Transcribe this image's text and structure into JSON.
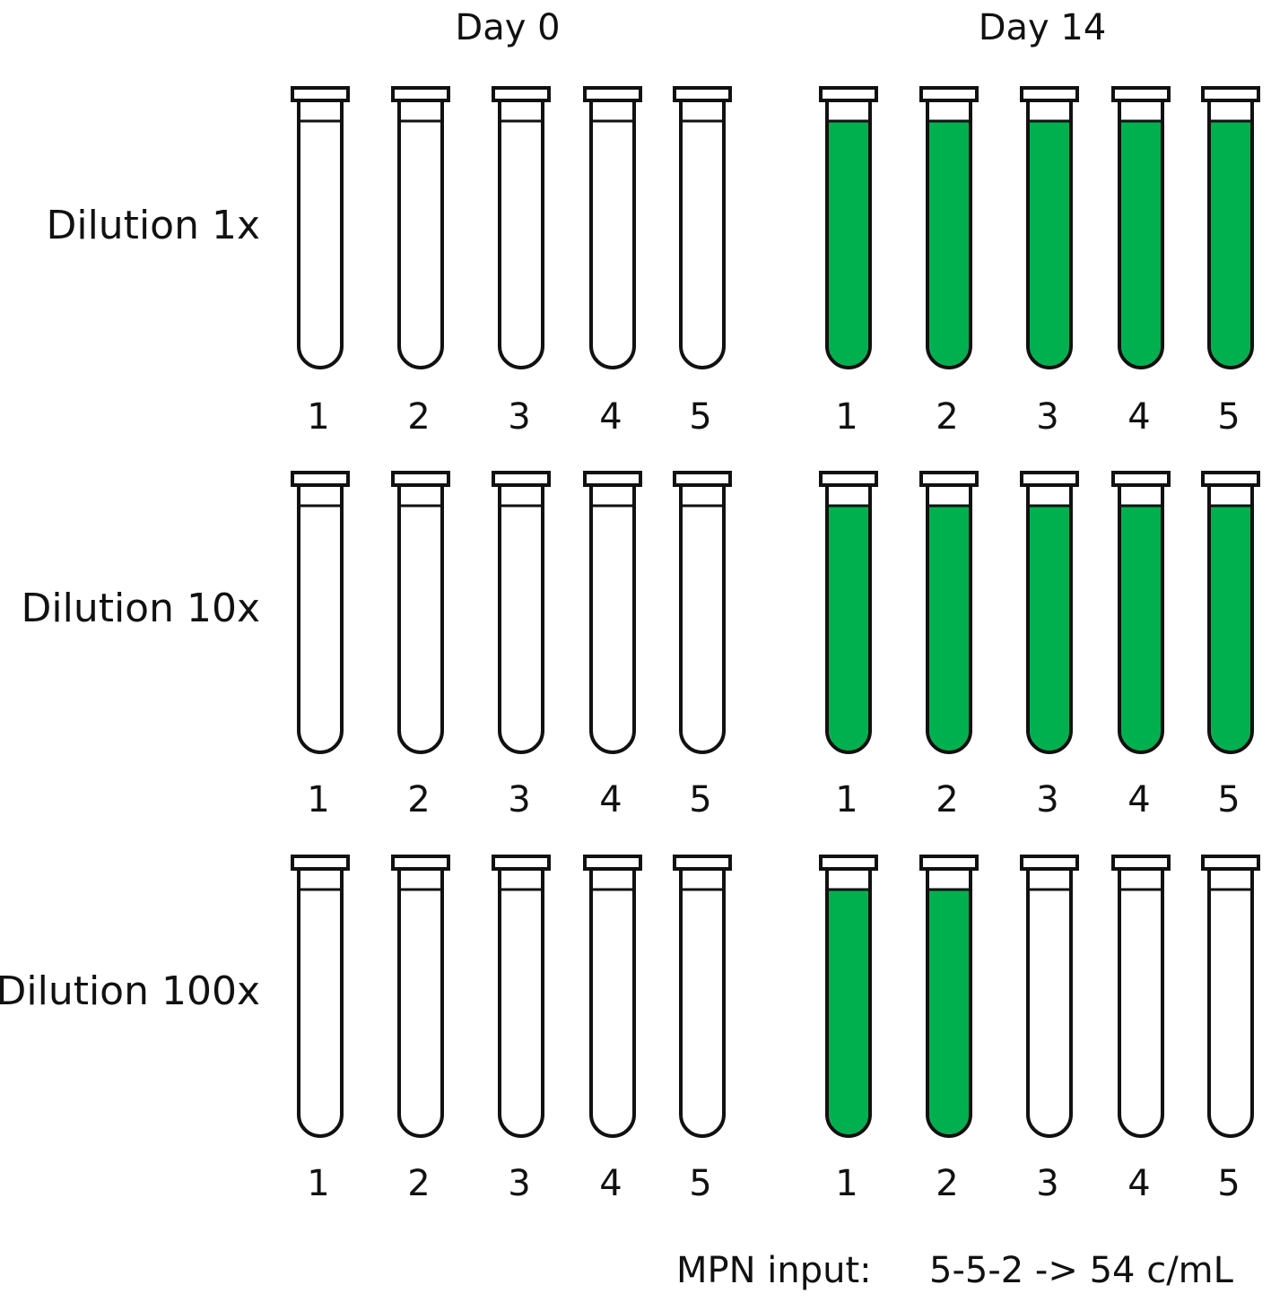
{
  "columns": [
    {
      "title": "Day 0"
    },
    {
      "title": "Day 14"
    }
  ],
  "rows": [
    {
      "label": "Dilution 1x"
    },
    {
      "label": "Dilution 10x"
    },
    {
      "label": "Dilution 100x"
    }
  ],
  "tube_numbers": [
    "1",
    "2",
    "3",
    "4",
    "5"
  ],
  "positive_color": "#00b04f",
  "tubes": {
    "day0": [
      [
        false,
        false,
        false,
        false,
        false
      ],
      [
        false,
        false,
        false,
        false,
        false
      ],
      [
        false,
        false,
        false,
        false,
        false
      ]
    ],
    "day14": [
      [
        true,
        true,
        true,
        true,
        true
      ],
      [
        true,
        true,
        true,
        true,
        true
      ],
      [
        true,
        true,
        false,
        false,
        false
      ]
    ]
  },
  "footer": {
    "label": "MPN input:",
    "value": "5-5-2 -> 54 c/mL"
  }
}
